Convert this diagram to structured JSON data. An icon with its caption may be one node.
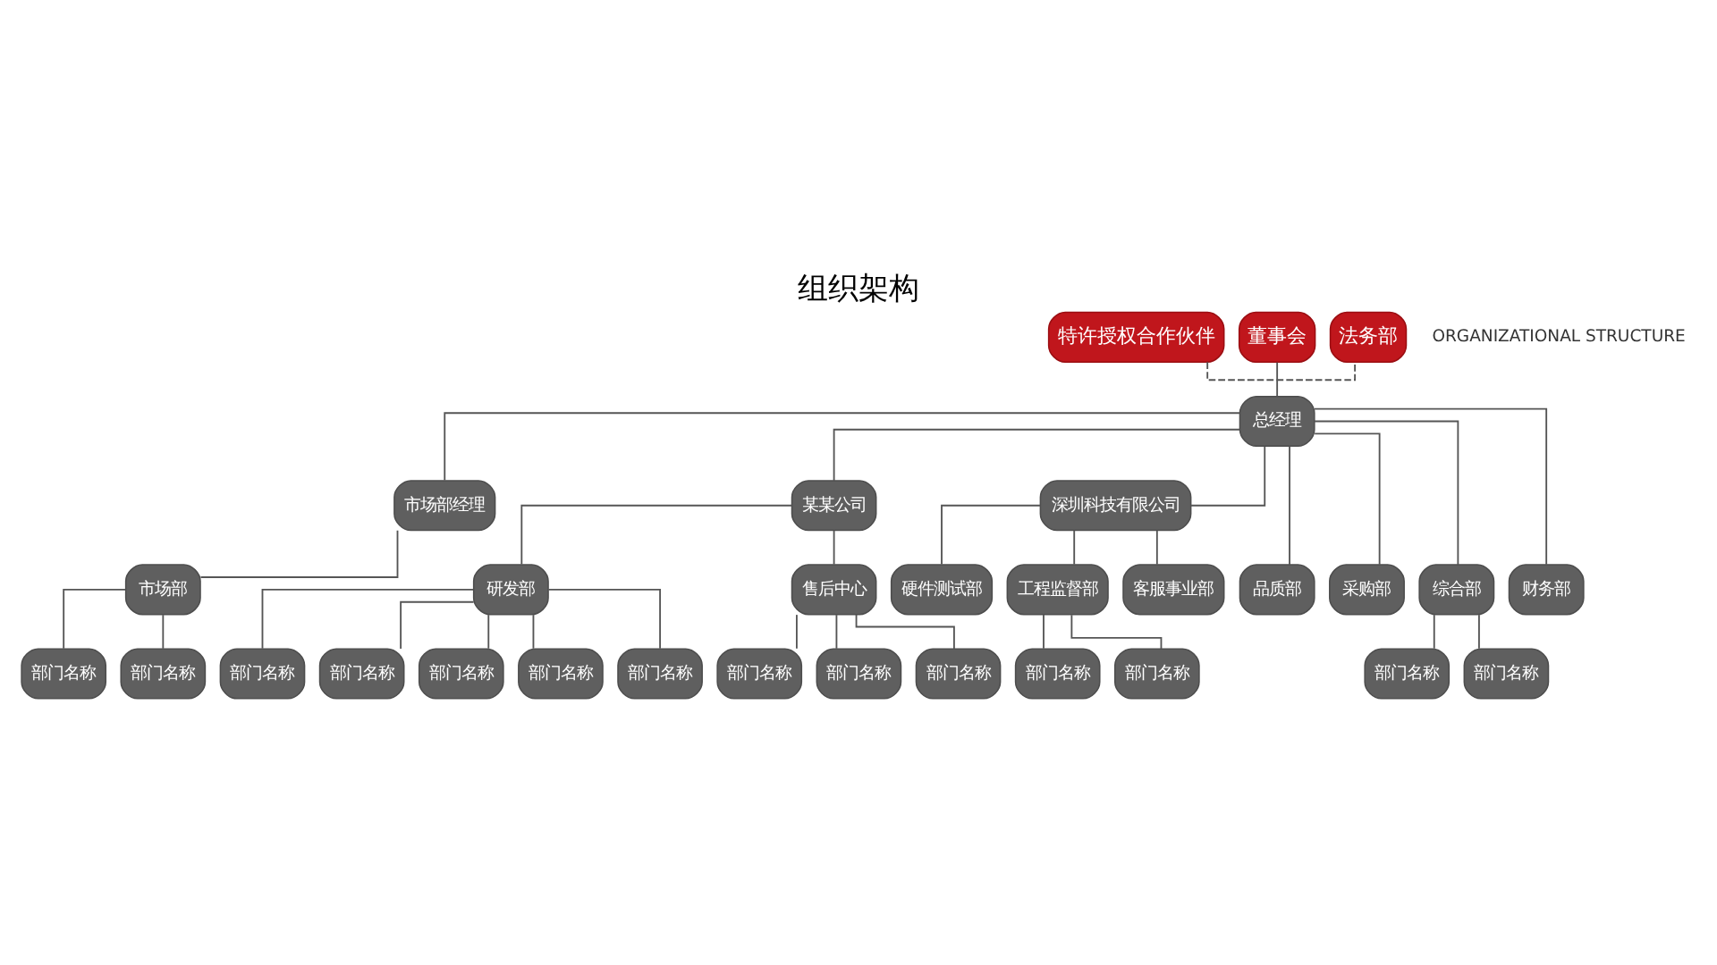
{
  "diagram": {
    "title": "组织架构",
    "nodes": [
      {
        "text": [
          "董事会"
        ]
      },
      {
        "text": [
          "特许授权合作伙伴"
        ]
      },
      {
        "text": [
          "法务部"
        ]
      },
      {
        "text": [
          "总经理"
        ]
      },
      {
        "text": [
          "市场部经理"
        ]
      },
      {
        "text": [
          "某某公司"
        ]
      },
      {
        "text": [
          "深圳科技有限公司"
        ]
      },
      {
        "text": [
          "市场部"
        ]
      },
      {
        "text": [
          "品质部"
        ]
      },
      {
        "text": [
          "采购部"
        ]
      },
      {
        "text": [
          "综合部"
        ]
      },
      {
        "text": [
          "财务部"
        ]
      },
      {
        "text": [
          "研发部"
        ]
      },
      {
        "text": [
          "售后中心"
        ]
      },
      {
        "text": [
          "硬件测试部"
        ]
      },
      {
        "text": [
          "工程监督部"
        ]
      },
      {
        "text": [
          "客服事业部"
        ]
      },
      {
        "text": [
          "部门名称"
        ]
      },
      {
        "text": [
          "部门名称"
        ]
      },
      {
        "text": [
          "部门名称"
        ]
      },
      {
        "text": [
          "部门名称"
        ]
      },
      {
        "text": [
          "部门名称"
        ]
      },
      {
        "text": [
          "部门名称"
        ]
      },
      {
        "text": [
          "部门名称"
        ]
      },
      {
        "text": [
          "部门名称"
        ]
      },
      {
        "text": [
          "部门名称"
        ]
      },
      {
        "text": [
          "部门名称"
        ]
      },
      {
        "text": [
          "部门名称"
        ]
      },
      {
        "text": [
          "部门名称"
        ]
      },
      {
        "text": [
          "部门名称"
        ]
      },
      {
        "text": [
          "部门名称"
        ]
      }
    ],
    "edges": [
      {
        "from": 0,
        "to": 3,
        "arrow": "none"
      },
      {
        "from": 1,
        "to": 2,
        "arrow": "none",
        "style": "dashed"
      },
      {
        "from": 3,
        "to": 4,
        "arrow": "none"
      },
      {
        "from": 3,
        "to": 8,
        "arrow": "none"
      },
      {
        "from": 3,
        "to": 9,
        "arrow": "none"
      },
      {
        "from": 3,
        "to": 10,
        "arrow": "none"
      },
      {
        "from": 3,
        "to": 11,
        "arrow": "none"
      },
      {
        "from": 3,
        "to": 5,
        "arrow": "none"
      },
      {
        "from": 3,
        "to": 6,
        "arrow": "none"
      },
      {
        "from": 4,
        "to": 7,
        "arrow": "none"
      },
      {
        "from": 7,
        "to": 17,
        "arrow": "none"
      },
      {
        "from": 7,
        "to": 18,
        "arrow": "none"
      },
      {
        "from": 10,
        "to": 19,
        "arrow": "none"
      },
      {
        "from": 10,
        "to": 20,
        "arrow": "none"
      },
      {
        "from": 5,
        "to": 12,
        "arrow": "none"
      },
      {
        "from": 5,
        "to": 13,
        "arrow": "none"
      },
      {
        "from": 12,
        "to": 21,
        "arrow": "none"
      },
      {
        "from": 12,
        "to": 22,
        "arrow": "none"
      },
      {
        "from": 12,
        "to": 23,
        "arrow": "none"
      },
      {
        "from": 12,
        "to": 24,
        "arrow": "none"
      },
      {
        "from": 12,
        "to": 25,
        "arrow": "none"
      },
      {
        "from": 13,
        "to": 26,
        "arrow": "none"
      },
      {
        "from": 13,
        "to": 27,
        "arrow": "none"
      },
      {
        "from": 13,
        "to": 28,
        "arrow": "none"
      },
      {
        "from": 6,
        "to": 14,
        "arrow": "none"
      },
      {
        "from": 6,
        "to": 15,
        "arrow": "none"
      },
      {
        "from": 6,
        "to": 16,
        "arrow": "none"
      },
      {
        "from": 15,
        "to": 29,
        "arrow": "none"
      },
      {
        "from": 15,
        "to": 30,
        "arrow": "none"
      }
    ],
    "labels": [
      "ORGANIZATIONAL STRUCTURE"
    ]
  }
}
